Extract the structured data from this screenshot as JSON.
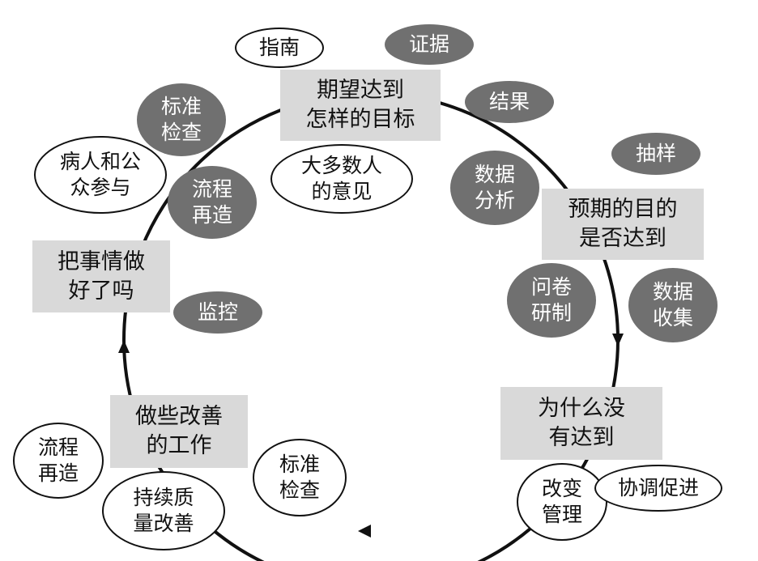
{
  "cycle_boxes": {
    "goal": "期望达到\n怎样的目标",
    "check": "预期的目的\n是否达到",
    "why": "为什么没\n有达到",
    "improve": "做些改善\n的工作",
    "done": "把事情做\n好了吗"
  },
  "filled_nodes": {
    "evidence": "证据",
    "results": "结果",
    "standards_top": "标准\n检查",
    "process_top": "流程\n再造",
    "data_analysis": "数据\n分析",
    "sampling": "抽样",
    "survey": "问卷\n研制",
    "data_collection": "数据\n收集",
    "monitoring": "监控"
  },
  "outline_nodes": {
    "guidelines": "指南",
    "patients_public": "病人和公\n众参与",
    "majority_opinion": "大多数人\n的意见",
    "change_mgmt": "改变\n管理",
    "coordination": "协调促进",
    "standards_bottom": "标准\n检查",
    "process_bottom": "流程\n再造",
    "cqi": "持续质\n量改善"
  },
  "colors": {
    "box_fill": "#d9d9d9",
    "filled_node": "#707070",
    "outline_stroke": "#111111",
    "cycle_stroke": "#111111"
  }
}
